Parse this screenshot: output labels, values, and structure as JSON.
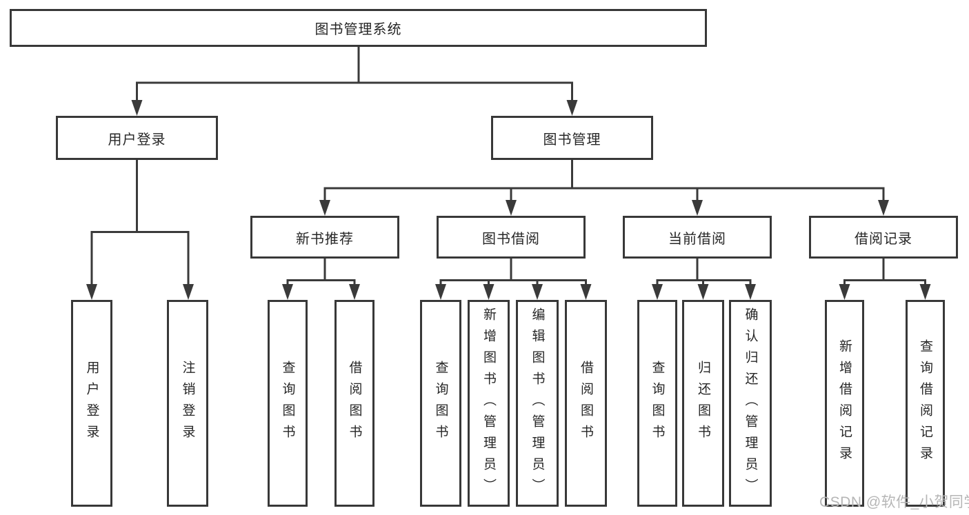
{
  "diagram": {
    "root": "图书管理系统",
    "branches": [
      {
        "label": "用户登录",
        "children": [
          "用户登录",
          "注销登录"
        ]
      },
      {
        "label": "图书管理",
        "sections": [
          {
            "label": "新书推荐",
            "children": [
              "查询图书",
              "借阅图书"
            ]
          },
          {
            "label": "图书借阅",
            "children": [
              "查询图书",
              "新增图书（管理员）",
              "编辑图书（管理员）",
              "借阅图书"
            ]
          },
          {
            "label": "当前借阅",
            "children": [
              "查询图书",
              "归还图书",
              "确认归还（管理员）"
            ]
          },
          {
            "label": "借阅记录",
            "children": [
              "新增借阅记录",
              "查询借阅记录"
            ]
          }
        ]
      }
    ]
  },
  "watermark": "CSDN @软件_小贺同学",
  "colors": {
    "line": "#3a3a3a",
    "box_border": "#383838",
    "box_fill": "#ffffff",
    "text": "#262626",
    "watermark": "#b6b6b6",
    "background": "#ffffff"
  }
}
